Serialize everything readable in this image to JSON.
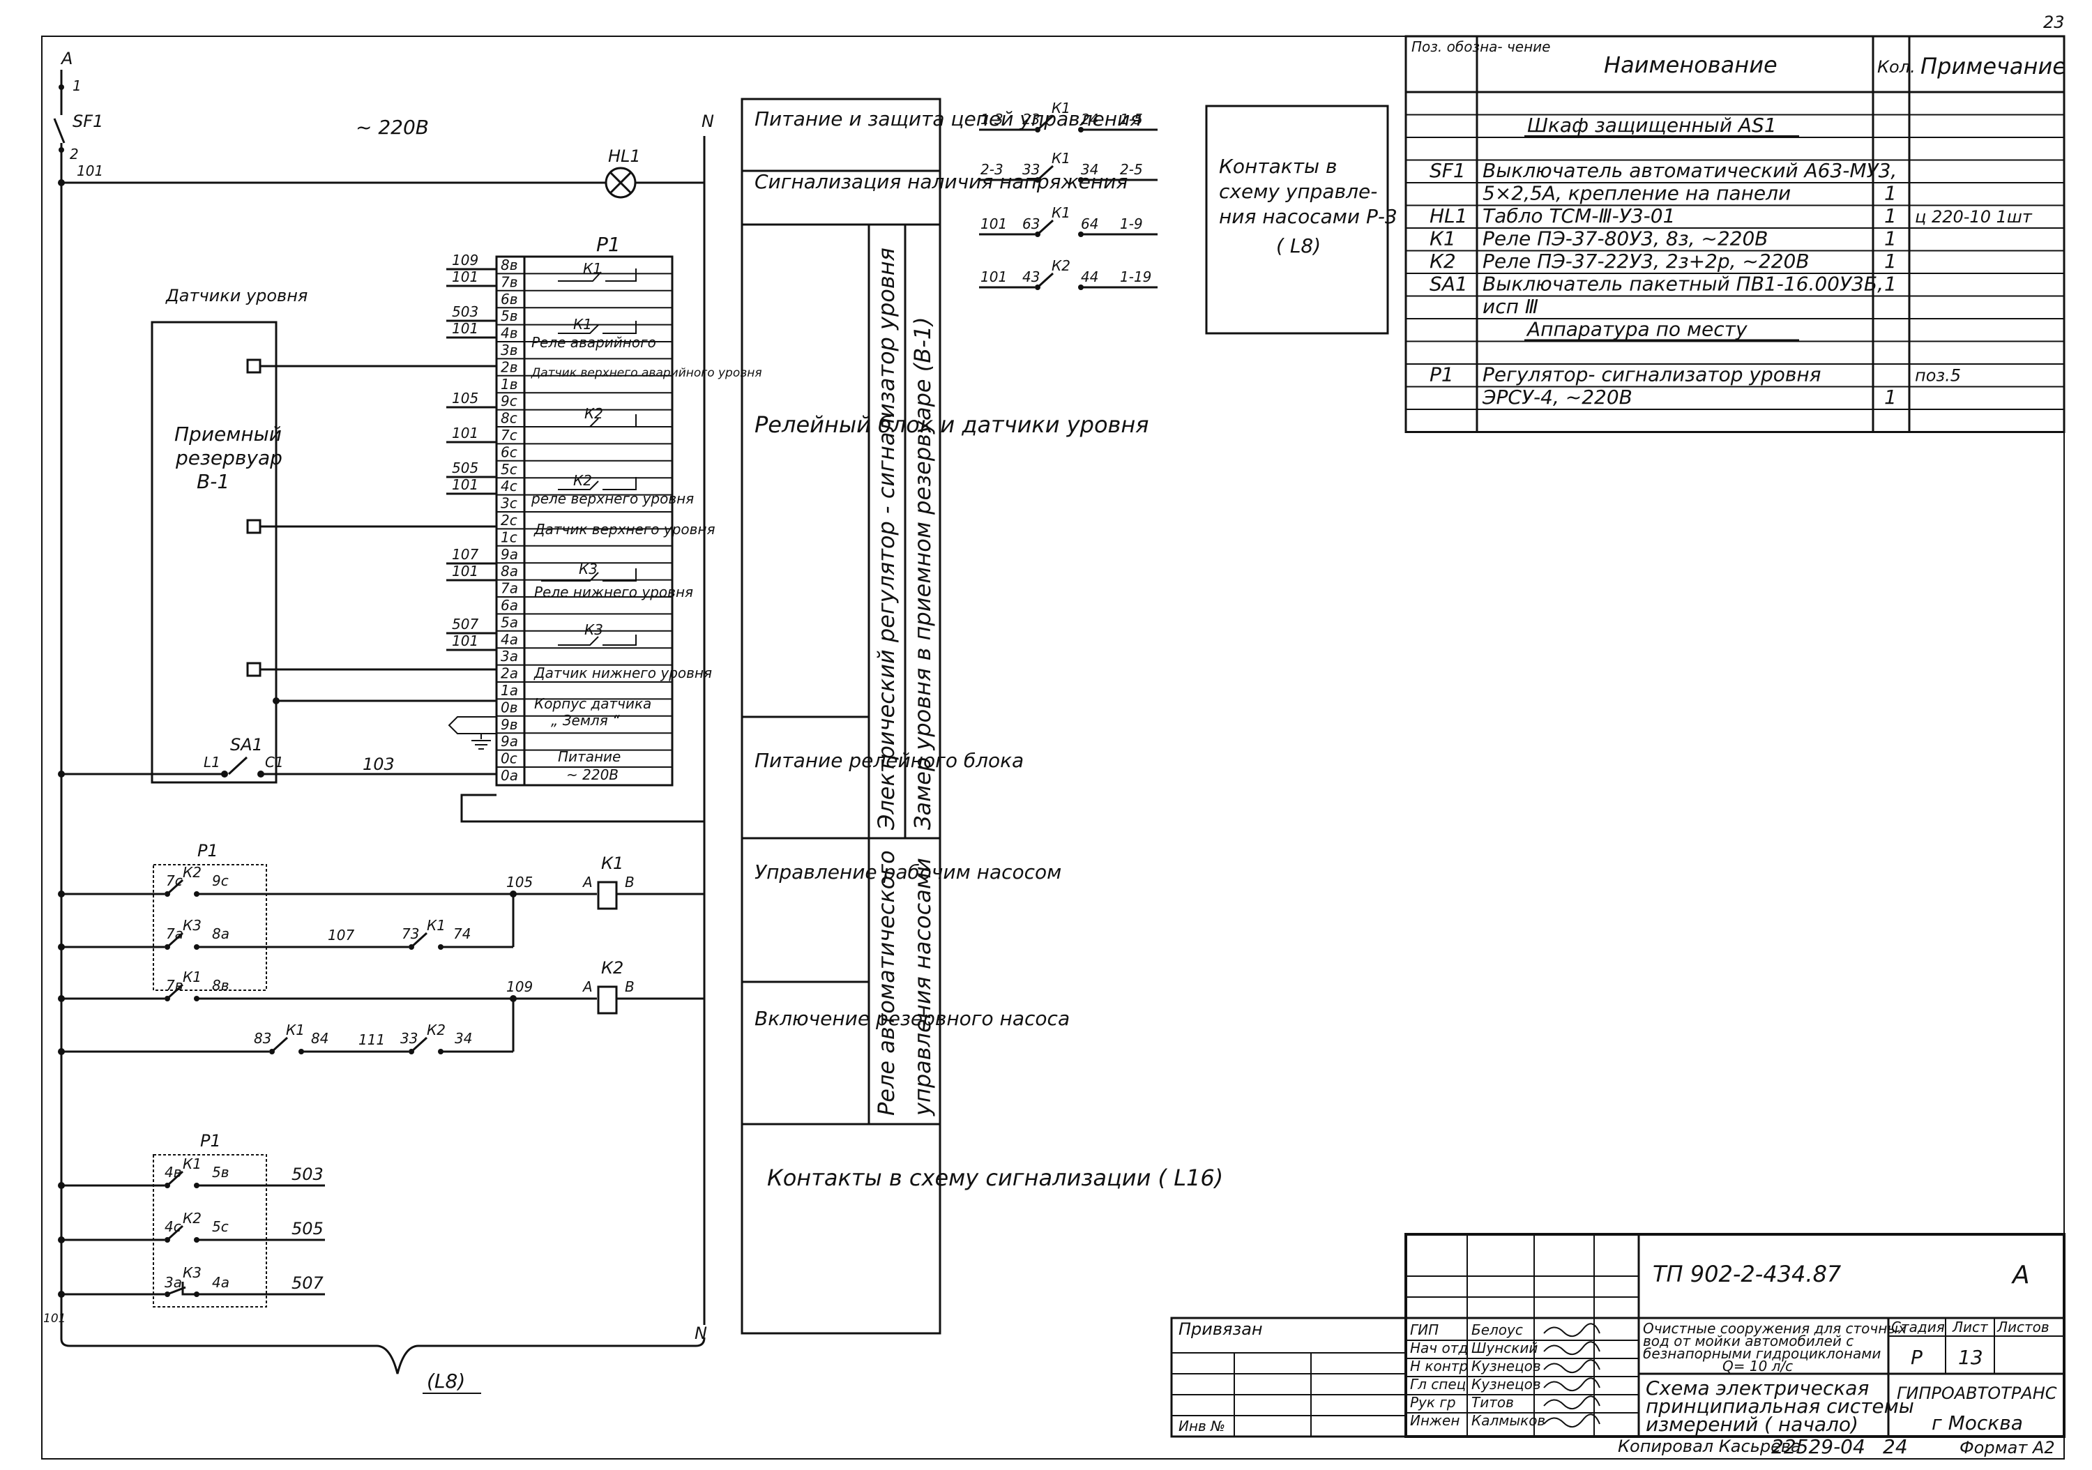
{
  "sheet": {
    "page_number": "23",
    "copyist": "Копировал Касьрева",
    "archive_no": "22529-04",
    "archive_sheet": "24",
    "format": "Формат А2"
  },
  "power": {
    "phase": "A",
    "contact_1": "1",
    "breaker": "SF1",
    "contact_2": "2",
    "wire_101": "101",
    "voltage": "~ 220В",
    "neutral": "N",
    "neutral_bottom": "N",
    "lamp": "HL1"
  },
  "sensors": {
    "title": "Датчики уровня",
    "tank_line1": "Приемный",
    "tank_line2": "резервуар",
    "tank_line3": "В-1"
  },
  "relay_block": {
    "title": "Р1",
    "terminals": [
      "8в",
      "7в",
      "6в",
      "5в",
      "4в",
      "3в",
      "2в",
      "1в",
      "9с",
      "8с",
      "7с",
      "6с",
      "5с",
      "4с",
      "3с",
      "2с",
      "1с",
      "9а",
      "8а",
      "7а",
      "6а",
      "5а",
      "4а",
      "3а",
      "2а",
      "1а",
      "0в",
      "9в",
      "9а",
      "0с",
      "0а"
    ],
    "wires": {
      "w109": "109",
      "w101a": "101",
      "w503": "503",
      "w101b": "101",
      "w105": "105",
      "w101c": "101",
      "w505": "505",
      "w101d": "101",
      "w107": "107",
      "w101e": "101",
      "w507": "507",
      "w101f": "101"
    },
    "k1a": "К1",
    "k1b": "К1",
    "k2a": "К2",
    "k2b": "К2",
    "k3a": "К3",
    "k3b": "К3",
    "lab_relay_emergency": "Реле аварийного",
    "lab_sensor_upper_emergency": "Датчик верхнего аварийного уровня",
    "lab_relay_upper": "реле верхнего уровня",
    "lab_sensor_upper": "Датчик верхнего уровня",
    "lab_relay_lower": "Реле нижнего уровня",
    "lab_sensor_lower": "Датчик нижнего уровня",
    "lab_body": "Корпус датчика",
    "lab_ground": "„ Земля “",
    "lab_power_line1": "Питание",
    "lab_power_line2": "~ 220В"
  },
  "switch": {
    "l1": "L1",
    "sa1": "SA1",
    "c1": "С1",
    "w103": "103"
  },
  "control": {
    "p1": "Р1",
    "r1": {
      "a": "7с",
      "k": "К2",
      "b": "9с",
      "w": "105",
      "coil_a": "А",
      "coil": "К1",
      "coil_b": "В"
    },
    "r2": {
      "a": "7а",
      "k": "К3",
      "b": "8а",
      "w": "107",
      "c1": "73",
      "ck": "К1",
      "c2": "74"
    },
    "r3": {
      "a": "7в",
      "k": "К1",
      "b": "8в",
      "w": "109",
      "coil_a": "А",
      "coil": "К2",
      "coil_b": "В"
    },
    "r4": {
      "a": "83",
      "k1": "К1",
      "b": "84",
      "w": "111",
      "c": "33",
      "k2": "К2",
      "d": "34"
    }
  },
  "signal": {
    "p1": "Р1",
    "r1": {
      "a": "4в",
      "k": "К1",
      "b": "5в",
      "w": "503"
    },
    "r2": {
      "a": "4с",
      "k": "К2",
      "b": "5с",
      "w": "505"
    },
    "r3": {
      "a": "3а",
      "k": "К3",
      "b": "4а",
      "w": "507"
    },
    "wire_101": "101",
    "ref": "(L8)"
  },
  "function_table": {
    "row1": "Питание и защита цепей управления",
    "row2": "Сигнализация наличия напряжения",
    "row3": "Релейный блок и датчики уровня",
    "row4": "Питание релейного блока",
    "row5": "Управление рабочим насосом",
    "row6": "Включение резервного насоса",
    "row7": "Контакты в схему сигнализации ( L16)",
    "vert_a": "Электрический регулятор - сигнализатор уровня",
    "vert_b": "Замер уровня в приемном резервуаре (В-1)",
    "vert_c1": "Реле автоматического",
    "vert_c2": "управления насосами"
  },
  "aux_contacts": {
    "rows": [
      {
        "l": "1-3",
        "a": "23",
        "k": "К1",
        "b": "24",
        "r": "1-5"
      },
      {
        "l": "2-3",
        "a": "33",
        "k": "К1",
        "b": "34",
        "r": "2-5"
      },
      {
        "l": "101",
        "a": "63",
        "k": "К1",
        "b": "64",
        "r": "1-9"
      },
      {
        "l": "101",
        "a": "43",
        "k": "К2",
        "b": "44",
        "r": "1-19"
      }
    ],
    "box_line1": "Контакты в",
    "box_line2": "схему управле-",
    "box_line3": "ния насосами Р-3",
    "box_line4": "( L8)"
  },
  "spec": {
    "head": {
      "pos": "Поз. обозна- чение",
      "name": "Наименование",
      "qty": "Кол.",
      "note": "Примечание"
    },
    "rows": [
      {
        "pos": "",
        "name": "",
        "qty": "",
        "note": ""
      },
      {
        "pos": "",
        "name": "Шкаф защищенный АS1",
        "qty": "",
        "note": ""
      },
      {
        "pos": "",
        "name": "",
        "qty": "",
        "note": ""
      },
      {
        "pos": "SF1",
        "name": "Выключатель автоматический А63-МУ3,",
        "qty": "",
        "note": ""
      },
      {
        "pos": "",
        "name": "5×2,5А,   крепление на панели",
        "qty": "1",
        "note": ""
      },
      {
        "pos": "HL1",
        "name": "Табло  ТСМ-Ⅲ-У3-01",
        "qty": "1",
        "note": "ц 220-10       1шт"
      },
      {
        "pos": "К1",
        "name": "Реле  ПЭ-37-80У3,  8з,  ~220В",
        "qty": "1",
        "note": ""
      },
      {
        "pos": "К2",
        "name": "Реле  ПЭ-37-22У3,  2з+2р, ~220В",
        "qty": "1",
        "note": ""
      },
      {
        "pos": "SA1",
        "name": "Выключатель  пакетный  ПВ1-16.00У3Б,",
        "qty": "1",
        "note": ""
      },
      {
        "pos": "",
        "name": "исп Ⅲ",
        "qty": "",
        "note": ""
      },
      {
        "pos": "",
        "name": "Аппаратура по месту",
        "qty": "",
        "note": ""
      },
      {
        "pos": "",
        "name": "",
        "qty": "",
        "note": ""
      },
      {
        "pos": "Р1",
        "name": "Регулятор- сигнализатор  уровня",
        "qty": "",
        "note": "поз.5"
      },
      {
        "pos": "",
        "name": "ЭРСУ-4,  ~220В",
        "qty": "1",
        "note": ""
      },
      {
        "pos": "",
        "name": "",
        "qty": "",
        "note": ""
      }
    ]
  },
  "title_block": {
    "doc_code": "ТП 902-2-434.87",
    "stage_letter": "А",
    "bound": "Привязан",
    "inv": "Инв №",
    "roles": [
      "ГИП",
      "Нач отд",
      "Н контр",
      "Гл спец",
      "Рук гр",
      "Инжен"
    ],
    "names": [
      "Белоус",
      "Шунский",
      "Кузнецов",
      "Кузнецов",
      "Титов",
      "Калмыков"
    ],
    "object_line1": "Очистные сооружения для сточных",
    "object_line2": "вод от мойки автомобилей с",
    "object_line3": "безнапорными гидроциклонами",
    "object_line4": "Q= 10 л/с",
    "sheet_title_line1": "Схема электрическая",
    "sheet_title_line2": "принципиальная системы",
    "sheet_title_line3": "измерений  ( начало)",
    "stage_label": "Стадия",
    "sheet_label": "Лист",
    "sheets_label": "Листов",
    "stage": "Р",
    "sheet": "13",
    "org": "ГИПРОАВТОТРАНС",
    "city": "г Москва"
  }
}
